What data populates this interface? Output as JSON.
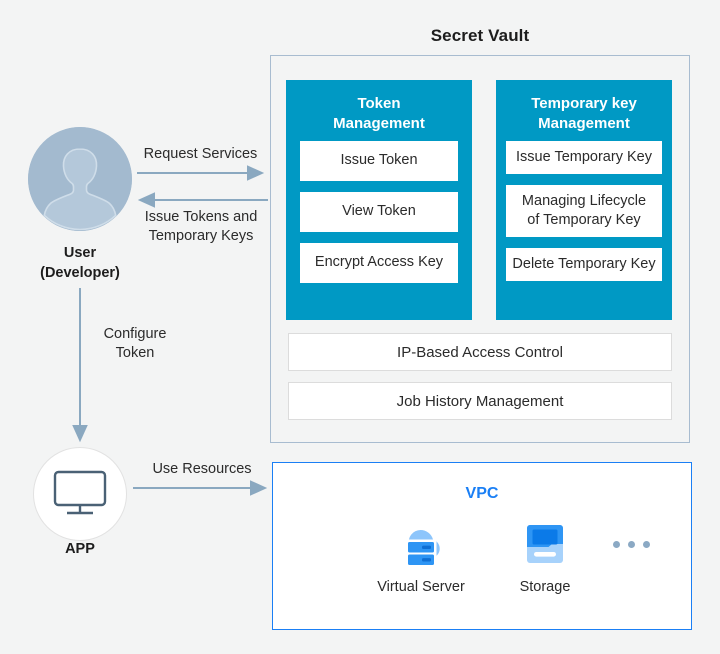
{
  "theme": {
    "background": "#f3f4f4",
    "vault_accent": "#0099c4",
    "vault_border": "#a8bcd0",
    "vpc_accent": "#1a7ff5",
    "arrow_color": "#8aa8c0",
    "avatar_color": "#a3bacf",
    "monitor_color": "#4a6175",
    "text_color": "#2b2b2b"
  },
  "vault": {
    "title": "Secret Vault",
    "columns": [
      {
        "id": "token-management",
        "heading": "Token\nManagement",
        "heading_line1": "Token",
        "heading_line2": "Management",
        "items": [
          "Issue Token",
          "View Token",
          "Encrypt Access Key"
        ]
      },
      {
        "id": "temporary-key-management",
        "heading_line1": "Temporary key",
        "heading_line2": "Management",
        "items": [
          "Issue Temporary Key",
          "Managing Lifecycle of Temporary Key",
          "Delete Temporary Key"
        ],
        "item_lines": [
          [
            "Issue Temporary Key"
          ],
          [
            "Managing Lifecycle",
            "of Temporary Key"
          ],
          [
            "Delete Temporary Key"
          ]
        ]
      }
    ],
    "wide_items": [
      "IP-Based Access Control",
      "Job History Management"
    ]
  },
  "vpc": {
    "title": "VPC",
    "nodes": [
      {
        "label": "Virtual Server",
        "icon": "cloud-server-icon"
      },
      {
        "label": "Storage",
        "icon": "storage-icon"
      }
    ],
    "ellipsis": "more-nodes-indicator"
  },
  "actors": {
    "user": {
      "label_line1": "User",
      "label_line2": "(Developer)",
      "icon": "user-avatar-icon"
    },
    "app": {
      "label": "APP",
      "icon": "monitor-icon"
    }
  },
  "connections": [
    {
      "id": "request-services",
      "label": "Request Services",
      "from": "user",
      "to": "vault",
      "direction": "right"
    },
    {
      "id": "issue-tokens",
      "label_line1": "Issue Tokens and",
      "label_line2": "Temporary Keys",
      "from": "vault",
      "to": "user",
      "direction": "left"
    },
    {
      "id": "configure-token",
      "label_line1": "Configure",
      "label_line2": "Token",
      "from": "user",
      "to": "app",
      "direction": "down"
    },
    {
      "id": "use-resources",
      "label": "Use Resources",
      "from": "app",
      "to": "vpc",
      "direction": "right"
    }
  ]
}
